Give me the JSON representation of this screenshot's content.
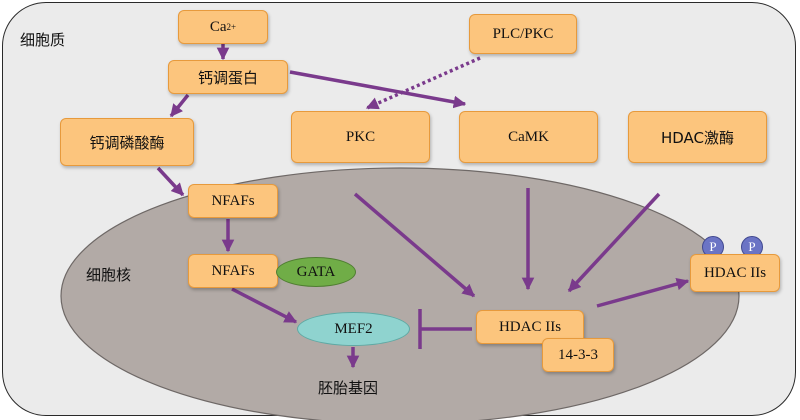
{
  "regions": {
    "cytoplasm": "细胞质",
    "nucleus": "细胞核"
  },
  "nodes": {
    "ca_base": "Ca",
    "ca_sup": "2+",
    "calmodulin": "钙调蛋白",
    "calcineurin": "钙调磷酸酶",
    "plc_pkc": "PLC/PKC",
    "pkc": "PKC",
    "camk": "CaMK",
    "hdac_kinase": "HDAC激酶",
    "nfafs_top": "NFAFs",
    "nfafs_bottom": "NFAFs",
    "gata": "GATA",
    "mef2": "MEF2",
    "hdac_iis_nuclear": "HDAC IIs",
    "protein_14_3_3": "14-3-3",
    "hdac_iis_exported": "HDAC IIs",
    "phospho_1": "P",
    "phospho_2": "P",
    "embryonic_genes": "胚胎基因"
  },
  "colors": {
    "box_fill": "#fcc57d",
    "box_border": "#e79a3c",
    "arrow": "#7a3a8c",
    "gata": "#70ad47",
    "mef2": "#8fd3cf",
    "nucleus": "#b2aaa6",
    "cytoplasm": "#ebebeb",
    "phospho": "#6b74c5"
  }
}
